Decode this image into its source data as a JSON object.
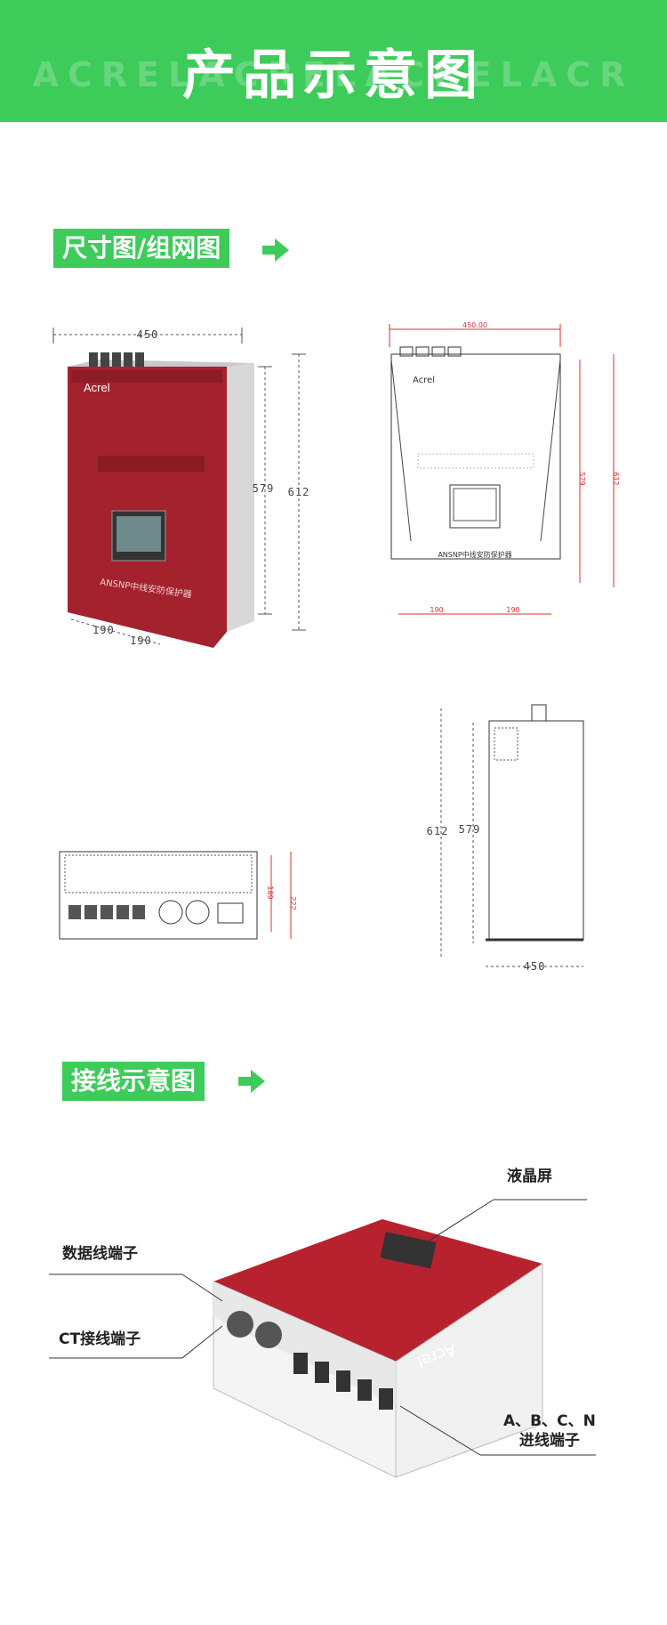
{
  "banner": {
    "title": "产品示意图",
    "watermark": "ACRELACRELACRELACR"
  },
  "section1": {
    "title": "尺寸图/组网图"
  },
  "section2": {
    "title": "接线示意图"
  },
  "colors": {
    "green": "#3dcb5a",
    "device_red": "#a3222d",
    "drawing_red": "#d9322e"
  },
  "device": {
    "brand": "Acrel",
    "model_label": "ANSNP中线安防保护器"
  },
  "dims_photo": {
    "width": "450",
    "h1": "579",
    "h2": "612",
    "b1": "190",
    "b2": "190"
  },
  "dims_front": {
    "width": "450.00",
    "h1": "579",
    "h2": "612",
    "b1": "190",
    "b2": "190",
    "label": "ANSNP中线安防保护器"
  },
  "dims_bottom": {
    "h1": "189",
    "h2": "222"
  },
  "dims_side": {
    "h2": "612",
    "h1": "579",
    "w": "450"
  },
  "wiring": {
    "lcd": "液晶屏",
    "data": "数据线端子",
    "ct": "CT接线端子",
    "abcn_line1": "A、B、C、N",
    "abcn_line2": "进线端子"
  }
}
